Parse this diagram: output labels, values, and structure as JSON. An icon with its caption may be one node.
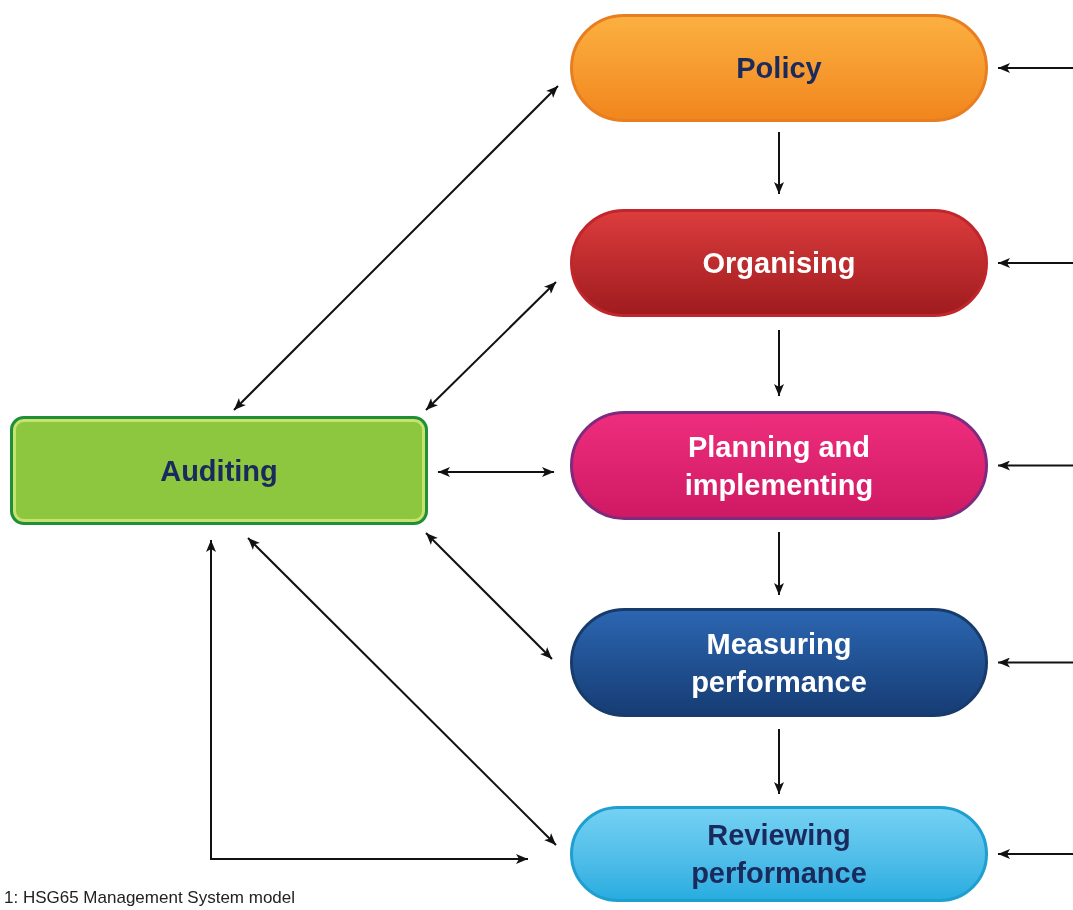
{
  "diagram": {
    "caption": "1: HSG65 Management System model",
    "nodes": [
      {
        "text": [
          "Policy"
        ]
      },
      {
        "text": [
          "Organising"
        ]
      },
      {
        "text": [
          "Planning and implementing"
        ]
      },
      {
        "text": [
          "Measuring performance"
        ]
      },
      {
        "text": [
          "Reviewing performance"
        ]
      },
      {
        "text": [
          "Auditing"
        ]
      }
    ],
    "edges": [
      {
        "from": 0,
        "to": 1,
        "arrow": "to"
      },
      {
        "from": 1,
        "to": 2,
        "arrow": "to"
      },
      {
        "from": 2,
        "to": 3,
        "arrow": "to"
      },
      {
        "from": 3,
        "to": 4,
        "arrow": "to"
      },
      {
        "from": 5,
        "to": 0,
        "arrow": "both"
      },
      {
        "from": 5,
        "to": 1,
        "arrow": "both"
      },
      {
        "from": 5,
        "to": 2,
        "arrow": "both"
      },
      {
        "from": 5,
        "to": 3,
        "arrow": "both"
      },
      {
        "from": 5,
        "to": 4,
        "arrow": "both"
      },
      {
        "from": 4,
        "to": 5,
        "arrow": "both"
      },
      {
        "from": null,
        "to": 0,
        "arrow": "to"
      },
      {
        "from": null,
        "to": 1,
        "arrow": "to"
      },
      {
        "from": null,
        "to": 2,
        "arrow": "to"
      },
      {
        "from": null,
        "to": 3,
        "arrow": "to"
      },
      {
        "from": null,
        "to": 4,
        "arrow": "to"
      }
    ]
  }
}
